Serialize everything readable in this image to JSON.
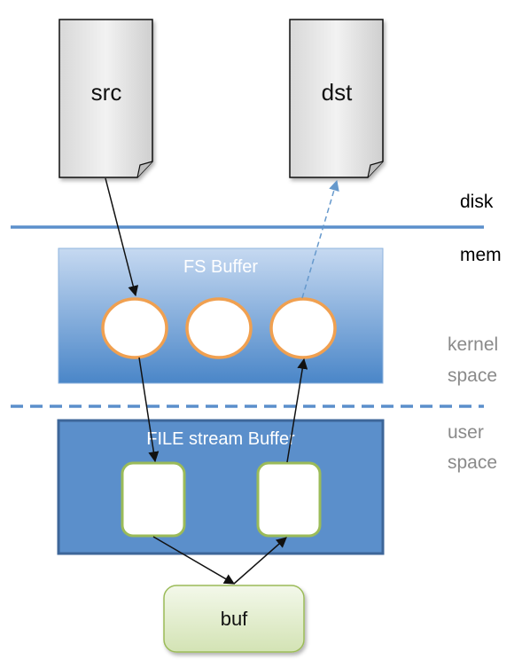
{
  "documents": {
    "src": "src",
    "dst": "dst"
  },
  "labels": {
    "disk": "disk",
    "mem": "mem",
    "kernel_line1": "kernel",
    "kernel_line2": "space",
    "user_line1": "user",
    "user_line2": "space"
  },
  "fs_buffer": {
    "title": "FS Buffer"
  },
  "file_stream_buffer": {
    "title": "FILE stream Buffer"
  },
  "user_buffer": {
    "label": "buf"
  },
  "colors": {
    "fs_box_top": "#c6d9f1",
    "fs_box_bottom": "#4a86c8",
    "stream_box": "#5b8fcb",
    "stream_border": "#3d6699",
    "circle_stroke": "#f0a050",
    "slot_stroke": "#9bbb59",
    "buf_fill": "#e4eed0",
    "disk_line": "#5b8fcb",
    "dashed_arrow": "#6699cc"
  }
}
